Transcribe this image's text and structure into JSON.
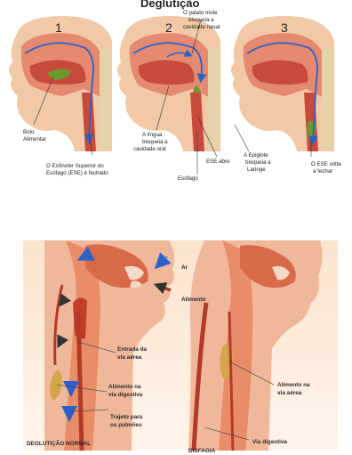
{
  "top_title": "Deglutição",
  "top_panels": [
    {
      "number": "1"
    },
    {
      "number": "2"
    },
    {
      "number": "3"
    }
  ],
  "top_labels": {
    "bolo_alimentar": [
      "Bolo",
      "Alimentar"
    ],
    "ese_fechado": [
      "O Esfíncter Superior do",
      "Esófago (ESE) é fechado"
    ],
    "palato_mole": [
      "O palato mole",
      "bloqueia a",
      "cavidade nasal"
    ],
    "lingua": [
      "A língua",
      "bloqueia a",
      "cavidade oral"
    ],
    "ese_abre": [
      "ESE abre"
    ],
    "esofago": [
      "Esófago"
    ],
    "epiglote": [
      "A Epiglote",
      "bloqueia a",
      "Laringe"
    ],
    "ese_volta": [
      "O ESE volta",
      "a fechar"
    ]
  },
  "bottom_labels": {
    "ar": [
      "Ar"
    ],
    "alimento": [
      "Alimento"
    ],
    "entrada_via_aerea": [
      "Entrada da",
      "via aérea"
    ],
    "alimento_via_digestiva": [
      "Alimento na",
      "via digestiva"
    ],
    "trajeto_pulmoes": [
      "Trajeto para",
      "os pulmões"
    ],
    "degluticao_normal": [
      "DEGLUTIÇÃO NORMAL"
    ],
    "alimento_via_aerea": [
      "Alimento na",
      "via aérea"
    ],
    "via_digestiva": [
      "Via digestiva"
    ],
    "disfagia": [
      "DISFAGIA"
    ]
  },
  "colors": {
    "skin": "#f2c9a6",
    "tissue": "#e58a70",
    "muscle": "#c84a3a",
    "airflow_arrow": "#2c62c8",
    "bolus": "#6a9a2e",
    "bottom_bg": "#fbe3cd",
    "food_arrow": "#a0401e",
    "air_arrow": "#5aa6e0"
  }
}
